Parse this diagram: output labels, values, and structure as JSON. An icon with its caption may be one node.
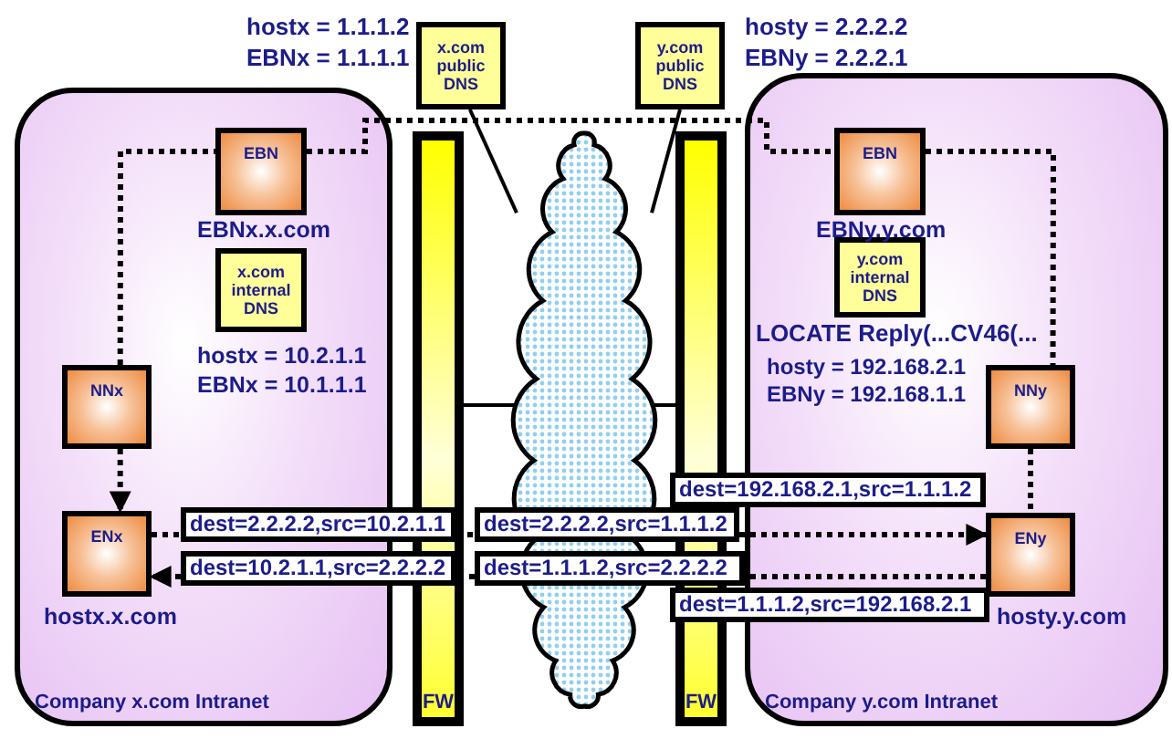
{
  "diagram": {
    "nodes": [
      {
        "text": [
          "Company x.com Intranet"
        ]
      },
      {
        "text": [
          "EBN"
        ],
        "in": 0,
        "beside": [
          "EBNx.x.com"
        ]
      },
      {
        "text": [
          "x.com internal DNS"
        ],
        "in": 0
      },
      {
        "text": [
          "NNx"
        ],
        "in": 0
      },
      {
        "text": [
          "ENx"
        ],
        "in": 0,
        "beside": [
          "hostx.x.com"
        ]
      },
      {
        "text": [
          "x.com public DNS"
        ]
      },
      {
        "text": [
          "FW"
        ]
      },
      {
        "text": [],
        "shape": "cloud"
      },
      {
        "text": [
          "y.com public DNS"
        ]
      },
      {
        "text": [
          "FW"
        ]
      },
      {
        "text": [
          "Company y.com Intranet"
        ]
      },
      {
        "text": [
          "EBN"
        ],
        "in": 10,
        "beside": [
          "EBNy.y.com"
        ]
      },
      {
        "text": [
          "y.com internal DNS"
        ],
        "in": 10
      },
      {
        "text": [
          "NNy"
        ],
        "in": 10
      },
      {
        "text": [
          "ENy"
        ],
        "in": 10,
        "beside": [
          "hosty.y.com"
        ]
      },
      {
        "text": [
          "dest=2.2.2.2,src=10.2.1.1"
        ]
      },
      {
        "text": [
          "dest=10.2.1.1,src=2.2.2.2"
        ]
      },
      {
        "text": [
          "dest=2.2.2.2,src=1.1.1.2"
        ]
      },
      {
        "text": [
          "dest=1.1.1.2,src=2.2.2.2"
        ]
      },
      {
        "text": [
          "dest=192.168.2.1,src=1.1.1.2"
        ]
      },
      {
        "text": [
          "dest=1.1.1.2,src=192.168.2.1"
        ]
      }
    ],
    "edges": [
      {
        "from": 5,
        "to": 7,
        "arrow": "none"
      },
      {
        "from": 8,
        "to": 7,
        "arrow": "none"
      },
      {
        "from": 3,
        "to": 1,
        "arrow": "none",
        "style": "dashed"
      },
      {
        "from": 1,
        "to": 11,
        "arrow": "none",
        "style": "dashed"
      },
      {
        "from": 11,
        "to": 13,
        "arrow": "none",
        "style": "dashed"
      },
      {
        "from": 3,
        "to": 4,
        "arrow": "to",
        "style": "dashed"
      },
      {
        "from": 13,
        "to": 14,
        "arrow": "none",
        "style": "dashed"
      },
      {
        "from": 4,
        "to": 15,
        "arrow": "none",
        "style": "dashed"
      },
      {
        "from": 15,
        "to": 17,
        "arrow": "none",
        "style": "dashed"
      },
      {
        "from": 17,
        "to": 14,
        "arrow": "to",
        "style": "dashed"
      },
      {
        "from": 14,
        "to": 18,
        "arrow": "none",
        "style": "dashed"
      },
      {
        "from": 18,
        "to": 16,
        "arrow": "none",
        "style": "dashed"
      },
      {
        "from": 16,
        "to": 4,
        "arrow": "to",
        "style": "dashed"
      },
      {
        "from": 6,
        "to": 7,
        "arrow": "none"
      },
      {
        "from": 7,
        "to": 9,
        "arrow": "none"
      }
    ],
    "labels": [
      "hostx = 1.1.1.2",
      "EBNx = 1.1.1.1",
      "hosty = 2.2.2.2",
      "EBNy = 2.2.2.1",
      "hostx = 10.2.1.1",
      "EBNx = 10.1.1.1",
      "LOCATE Reply(...CV46(...",
      "hosty = 192.168.2.1",
      "EBNy = 192.168.1.1"
    ]
  }
}
